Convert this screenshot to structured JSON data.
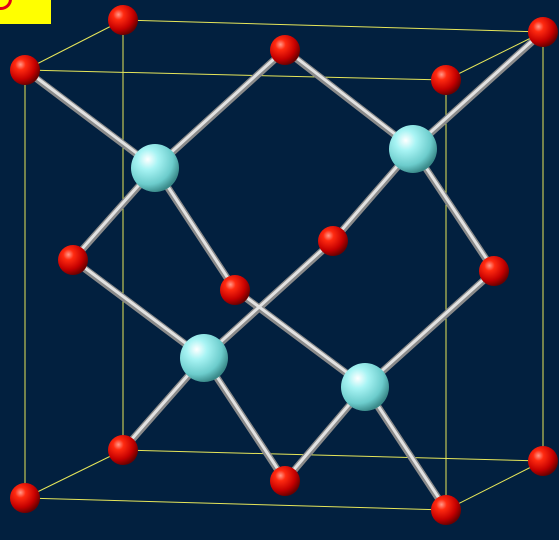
{
  "scene": {
    "subject": "crystal-lattice-unit-cell",
    "background_color": "#02203f",
    "frame_line_color": "#ffff66",
    "bond_color": "#bfbfbf",
    "small_atom": {
      "name": "oxygen-atom",
      "color": "#e00000"
    },
    "large_atom": {
      "name": "cation-atom",
      "color": "#7fe0e0"
    },
    "small_atom_count": 14,
    "large_atom_count": 4,
    "badge": {
      "color": "#ffff00",
      "icon": "red-ring-icon"
    }
  }
}
